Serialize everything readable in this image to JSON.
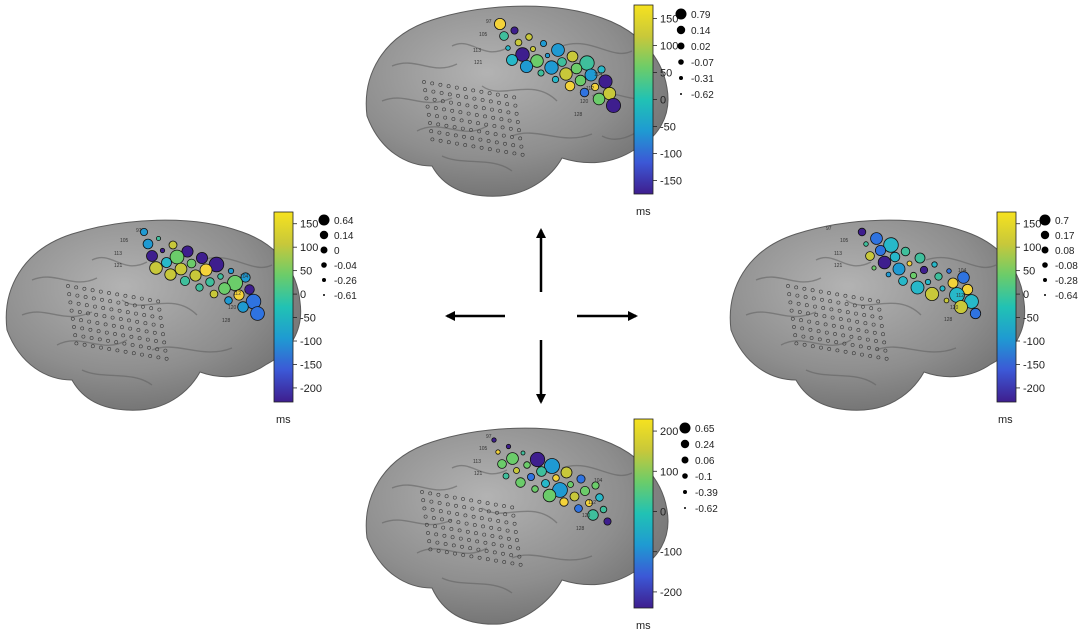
{
  "colormap": [
    "#3e1e8e",
    "#3c58d6",
    "#1f9ad2",
    "#21c2b4",
    "#6bcc6a",
    "#c8c83a",
    "#f6e21f"
  ],
  "panels": [
    {
      "id": "top",
      "unit": "ms",
      "clim": [
        -175,
        175
      ],
      "colorbar_ticks": [
        "150",
        "100",
        "50",
        "0",
        "-50",
        "-100",
        "-150"
      ],
      "colorbar_values": [
        150,
        100,
        50,
        0,
        -50,
        -100,
        -150
      ],
      "size_legend": [
        "0.79",
        "0.14",
        "0.02",
        "-0.07",
        "-0.31",
        "-0.62"
      ],
      "electrode_numbers": [
        "97",
        "105",
        "113",
        "121",
        "104",
        "112",
        "120",
        "128"
      ]
    },
    {
      "id": "left",
      "unit": "ms",
      "clim": [
        -230,
        175
      ],
      "colorbar_ticks": [
        "150",
        "100",
        "50",
        "0",
        "-50",
        "-100",
        "-150",
        "-200"
      ],
      "colorbar_values": [
        150,
        100,
        50,
        0,
        -50,
        -100,
        -150,
        -200
      ],
      "size_legend": [
        "0.64",
        "0.14",
        "0",
        "-0.04",
        "-0.26",
        "-0.61"
      ],
      "electrode_numbers": [
        "97",
        "105",
        "113",
        "121",
        "104",
        "112",
        "120",
        "128"
      ]
    },
    {
      "id": "right",
      "unit": "ms",
      "clim": [
        -230,
        175
      ],
      "colorbar_ticks": [
        "150",
        "100",
        "50",
        "0",
        "-50",
        "-100",
        "-150",
        "-200"
      ],
      "colorbar_values": [
        150,
        100,
        50,
        0,
        -50,
        -100,
        -150,
        -200
      ],
      "size_legend": [
        "0.7",
        "0.17",
        "0.08",
        "-0.08",
        "-0.28",
        "-0.64"
      ],
      "electrode_numbers": [
        "97",
        "105",
        "113",
        "121",
        "104",
        "112",
        "120",
        "128"
      ]
    },
    {
      "id": "bottom",
      "unit": "ms",
      "clim": [
        -240,
        230
      ],
      "colorbar_ticks": [
        "200",
        "100",
        "0",
        "-100",
        "-200"
      ],
      "colorbar_values": [
        200,
        100,
        0,
        -100,
        -200
      ],
      "size_legend": [
        "0.65",
        "0.24",
        "0.06",
        "-0.1",
        "-0.39",
        "-0.62"
      ],
      "electrode_numbers": [
        "97",
        "105",
        "113",
        "121",
        "104",
        "112",
        "120",
        "128"
      ]
    }
  ],
  "arrows": [
    "up",
    "left",
    "right",
    "down"
  ]
}
